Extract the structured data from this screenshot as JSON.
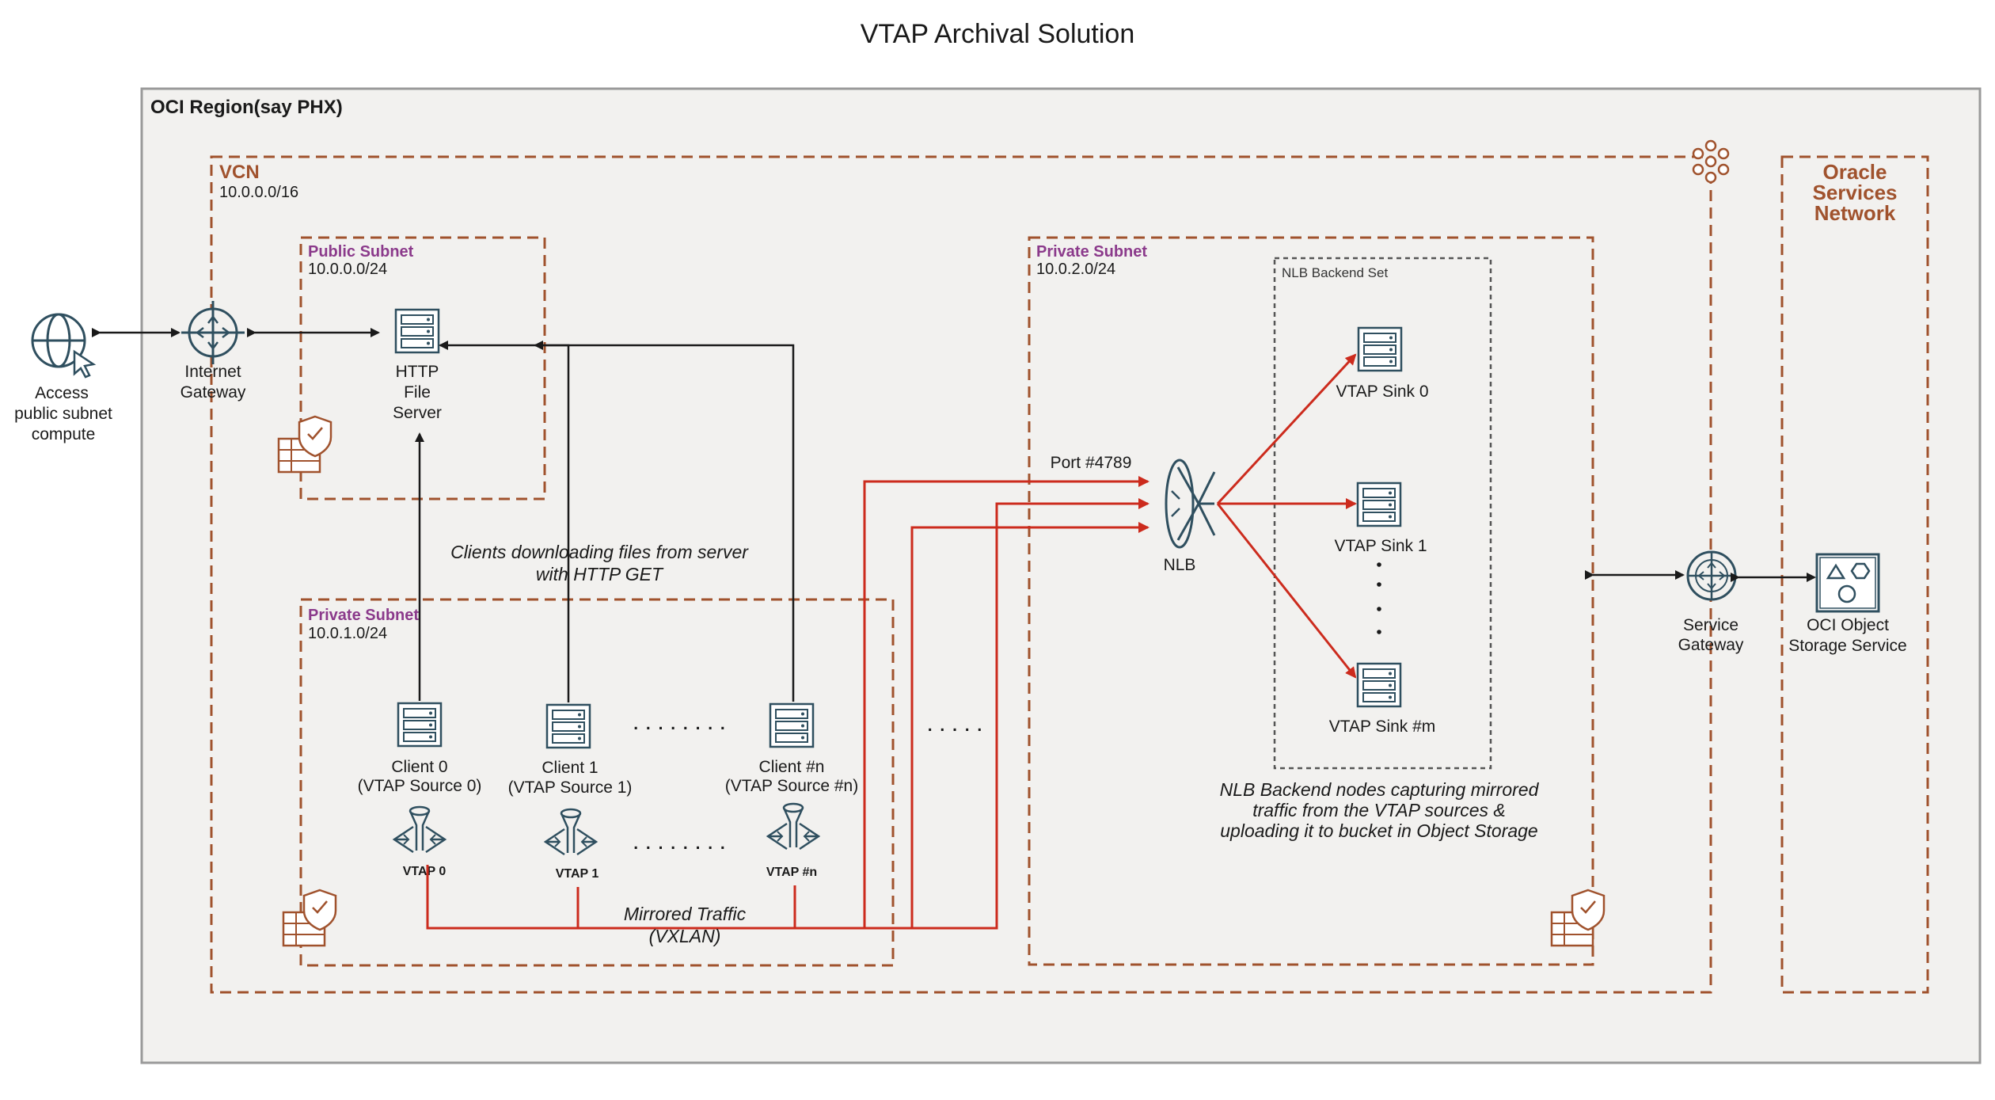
{
  "title": "VTAP Archival Solution",
  "region": {
    "label": "OCI Region(say PHX)"
  },
  "vcn": {
    "label": "VCN",
    "cidr": "10.0.0.0/16"
  },
  "public_subnet": {
    "label": "Public Subnet",
    "cidr": "10.0.0.0/24"
  },
  "private_subnet_clients": {
    "label": "Private Subnet",
    "cidr": "10.0.1.0/24"
  },
  "private_subnet_sinks": {
    "label": "Private Subnet",
    "cidr": "10.0.2.0/24"
  },
  "nlb_backend_set": {
    "label": "NLB Backend Set"
  },
  "osn": {
    "line1": "Oracle",
    "line2": "Services",
    "line3": "Network"
  },
  "access": {
    "line1": "Access",
    "line2": "public subnet",
    "line3": "compute"
  },
  "internet_gateway": {
    "line1": "Internet",
    "line2": "Gateway"
  },
  "http_server": {
    "line1": "HTTP",
    "line2": "File",
    "line3": "Server"
  },
  "clients_note": {
    "line1": "Clients downloading files from server",
    "line2": "with HTTP GET"
  },
  "clients": [
    {
      "line1": "Client 0",
      "line2": "(VTAP Source 0)",
      "vtap": "VTAP 0"
    },
    {
      "line1": "Client 1",
      "line2": "(VTAP Source 1)",
      "vtap": "VTAP 1"
    },
    {
      "line1": "Client #n",
      "line2": "(VTAP Source #n)",
      "vtap": "VTAP #n"
    }
  ],
  "dots": {
    "row": ". . . . . . . .",
    "mid": ". . . . ."
  },
  "mirrored": {
    "line1": "Mirrored Traffic",
    "line2": "(VXLAN)"
  },
  "port": "Port #4789",
  "nlb": "NLB",
  "sinks": [
    "VTAP Sink 0",
    "VTAP Sink 1",
    "VTAP Sink #m"
  ],
  "sink_note": {
    "line1": "NLB Backend nodes capturing mirrored",
    "line2": "traffic from the VTAP sources &",
    "line3": "uploading it to bucket in Object Storage"
  },
  "service_gateway": {
    "line1": "Service",
    "line2": "Gateway"
  },
  "object_storage": {
    "line1": "OCI Object",
    "line2": "Storage Service"
  },
  "colors": {
    "oracle_brown": "#a0522d",
    "mirror_red": "#cc2b1d",
    "subnet_purple": "#8b3a8b",
    "icon": "#2f4f5f"
  }
}
